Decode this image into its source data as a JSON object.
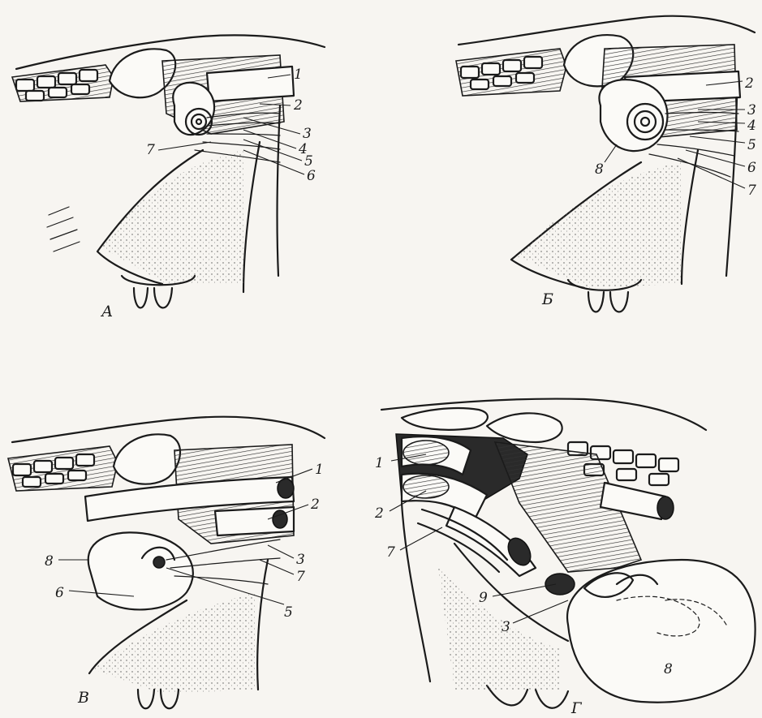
{
  "panels": [
    {
      "id": "A",
      "label": "А",
      "numbers": [
        "1",
        "2",
        "3",
        "4",
        "5",
        "6",
        "7"
      ]
    },
    {
      "id": "B",
      "label": "Б",
      "numbers": [
        "2",
        "3",
        "4",
        "5",
        "6",
        "7",
        "8"
      ]
    },
    {
      "id": "V",
      "label": "В",
      "numbers": [
        "1",
        "2",
        "3",
        "7",
        "5",
        "8",
        "6"
      ]
    },
    {
      "id": "G",
      "label": "Г",
      "numbers": [
        "1",
        "2",
        "7",
        "9",
        "3",
        "8"
      ]
    }
  ]
}
